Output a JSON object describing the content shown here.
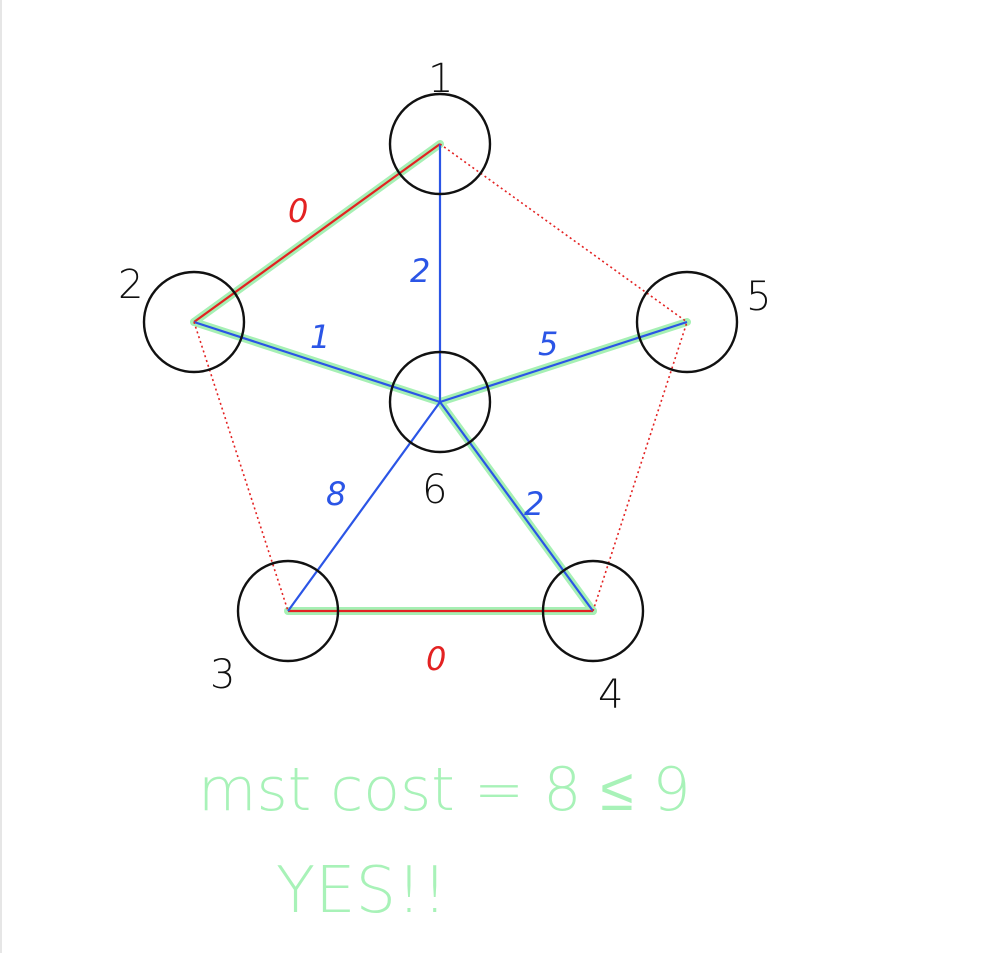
{
  "colors": {
    "node_stroke": "#111111",
    "mst_highlight": "#a6f0b4",
    "red_edge": "#e32222",
    "blue_edge": "#2b55e6",
    "note_text": "#a8f2b8"
  },
  "nodes": [
    {
      "id": "1",
      "label": "1"
    },
    {
      "id": "2",
      "label": "2"
    },
    {
      "id": "3",
      "label": "3"
    },
    {
      "id": "4",
      "label": "4"
    },
    {
      "id": "5",
      "label": "5"
    },
    {
      "id": "6",
      "label": "6"
    }
  ],
  "edges": [
    {
      "from": "1",
      "to": "2",
      "weight": "0",
      "color": "red",
      "style": "solid",
      "in_mst": true
    },
    {
      "from": "3",
      "to": "4",
      "weight": "0",
      "color": "red",
      "style": "solid",
      "in_mst": true
    },
    {
      "from": "2",
      "to": "6",
      "weight": "1",
      "color": "blue",
      "style": "solid",
      "in_mst": true
    },
    {
      "from": "1",
      "to": "6",
      "weight": "2",
      "color": "blue",
      "style": "solid",
      "in_mst": false
    },
    {
      "from": "5",
      "to": "6",
      "weight": "5",
      "color": "blue",
      "style": "solid",
      "in_mst": true
    },
    {
      "from": "4",
      "to": "6",
      "weight": "2",
      "color": "blue",
      "style": "solid",
      "in_mst": true
    },
    {
      "from": "3",
      "to": "6",
      "weight": "8",
      "color": "blue",
      "style": "solid",
      "in_mst": false
    },
    {
      "from": "1",
      "to": "5",
      "weight": "",
      "color": "red",
      "style": "dotted",
      "in_mst": false
    },
    {
      "from": "2",
      "to": "3",
      "weight": "",
      "color": "red",
      "style": "dotted",
      "in_mst": false
    },
    {
      "from": "4",
      "to": "5",
      "weight": "",
      "color": "red",
      "style": "dotted",
      "in_mst": false
    }
  ],
  "notes": {
    "mst_cost": "mst cost = 8 ≤ 9",
    "answer": "YES!!"
  }
}
